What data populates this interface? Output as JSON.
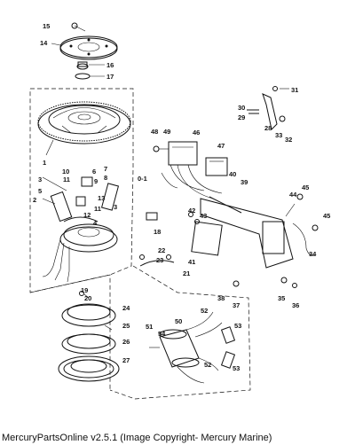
{
  "callouts": {
    "c1": "1",
    "c2": "2",
    "c3": "3",
    "c4": "4",
    "c5": "5",
    "c6": "6",
    "c7": "7",
    "c8": "8",
    "c9": "9",
    "c10": "10",
    "c11a": "11",
    "c11b": "11",
    "c12": "12",
    "c13": "13",
    "c14": "14",
    "c15": "15",
    "c16": "16",
    "c17": "17",
    "c18": "18",
    "c19": "19",
    "c20": "20",
    "c21": "21",
    "c22": "22",
    "c23": "23",
    "c24": "24",
    "c25": "25",
    "c26": "26",
    "c27": "27",
    "c28": "28",
    "c29": "29",
    "c30": "30",
    "c31": "31",
    "c32": "32",
    "c33": "33",
    "c34": "34",
    "c35": "35",
    "c36": "36",
    "c37": "37",
    "c38": "38",
    "c39": "39",
    "c40": "40",
    "c41": "41",
    "c42": "42",
    "c43": "43",
    "c44": "44",
    "c45a": "45",
    "c45b": "45",
    "c46": "46",
    "c47": "47",
    "c48": "48",
    "c49": "49",
    "c50": "50",
    "c51": "51",
    "c52a": "52",
    "c52b": "52",
    "c53": "53",
    "c54": "54",
    "c01": "0-1"
  },
  "footer_text": "MercuryPartsOnline v2.5.1 (Image Copyright- Mercury Marine)"
}
